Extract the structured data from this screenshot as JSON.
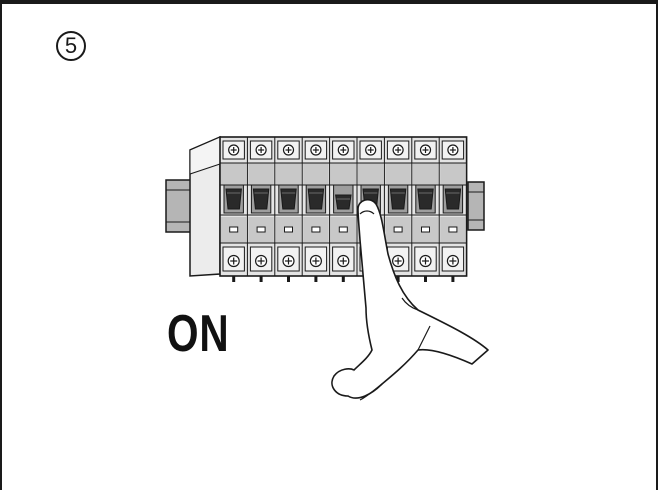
{
  "step": {
    "number": "5"
  },
  "instruction": {
    "label": "ON"
  },
  "breakers": {
    "count": 9,
    "pressed_index": 4,
    "colors": {
      "outline": "#1a1a1a",
      "body": "#e4e4e4",
      "shade": "#c8c8c8",
      "dark_shade": "#9e9e9e",
      "toggle": "#2a2a2a",
      "rail": "#b5b5b5"
    }
  }
}
